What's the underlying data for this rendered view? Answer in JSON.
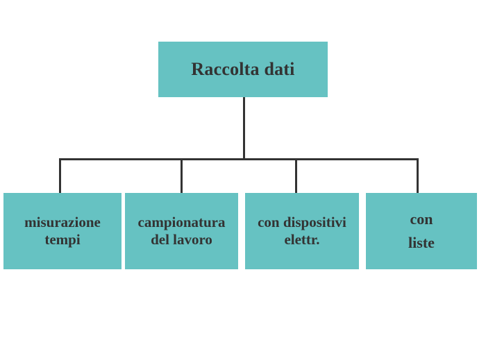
{
  "diagram": {
    "type": "org-chart",
    "title": "Raccolta dati",
    "background_color": "#ffffff",
    "node_fill_color": "#66c2c2",
    "text_color": "#333333",
    "connector_color": "#333333",
    "root": {
      "label": "Raccolta dati"
    },
    "children": [
      {
        "label": "misurazione tempi",
        "line1": "misurazione",
        "line2": "tempi"
      },
      {
        "label": "campionatura del lavoro",
        "line1": "campionatura",
        "line2": "del lavoro"
      },
      {
        "label": "con dispositivi elettr.",
        "line1": "con dispositivi",
        "line2": "elettr."
      },
      {
        "label": "con liste",
        "line1": "con",
        "line2": "liste"
      }
    ]
  }
}
